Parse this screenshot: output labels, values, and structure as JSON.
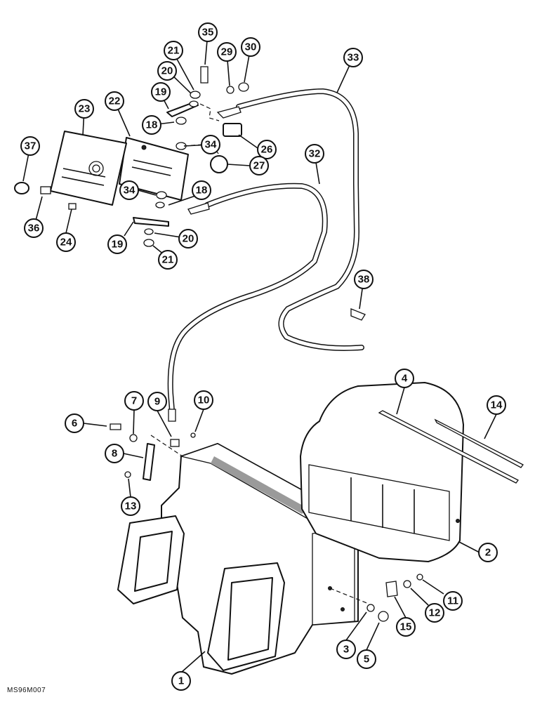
{
  "drawing_code": "MS96M007",
  "callouts": [
    "1",
    "2",
    "3",
    "4",
    "5",
    "6",
    "7",
    "8",
    "9",
    "10",
    "11",
    "12",
    "13",
    "14",
    "15",
    "18",
    "18",
    "19",
    "19",
    "20",
    "20",
    "21",
    "21",
    "22",
    "23",
    "24",
    "26",
    "27",
    "29",
    "30",
    "32",
    "33",
    "34",
    "34",
    "35",
    "36",
    "37",
    "38"
  ],
  "colors": {
    "line": "#111111",
    "background": "#ffffff",
    "shade": "#9a9a9a"
  }
}
